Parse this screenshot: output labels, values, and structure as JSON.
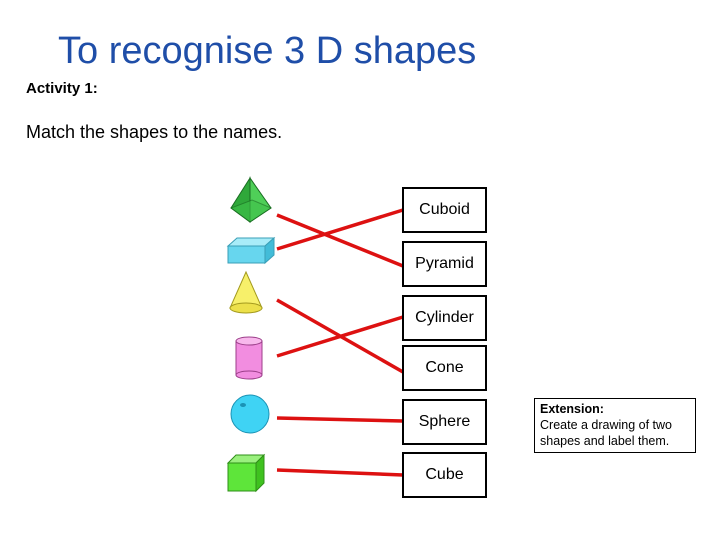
{
  "slide": {
    "title": "To recognise 3 D shapes",
    "activity_label": "Activity 1:",
    "instruction": "Match the shapes to the names."
  },
  "names": [
    "Cuboid",
    "Pyramid",
    "Cylinder",
    "Cone",
    "Sphere",
    "Cube"
  ],
  "shapes": [
    {
      "icon": "pyramid-icon",
      "color": "#3fc14a"
    },
    {
      "icon": "cuboid-icon",
      "color": "#67d6ee"
    },
    {
      "icon": "cone-icon",
      "color": "#f7f06a"
    },
    {
      "icon": "cylinder-icon",
      "color": "#f28de0"
    },
    {
      "icon": "sphere-icon",
      "color": "#3fd3f4"
    },
    {
      "icon": "cube-icon",
      "color": "#5ee53a"
    }
  ],
  "matches": [
    {
      "shape": "Pyramid",
      "name": "Pyramid"
    },
    {
      "shape": "Cuboid",
      "name": "Cuboid"
    },
    {
      "shape": "Cone",
      "name": "Cone"
    },
    {
      "shape": "Cylinder",
      "name": "Cylinder"
    },
    {
      "shape": "Sphere",
      "name": "Sphere"
    },
    {
      "shape": "Cube",
      "name": "Cube"
    }
  ],
  "line_color": "#dd1111",
  "extension": {
    "heading": "Extension:",
    "text": "Create a drawing of two shapes and label them."
  }
}
